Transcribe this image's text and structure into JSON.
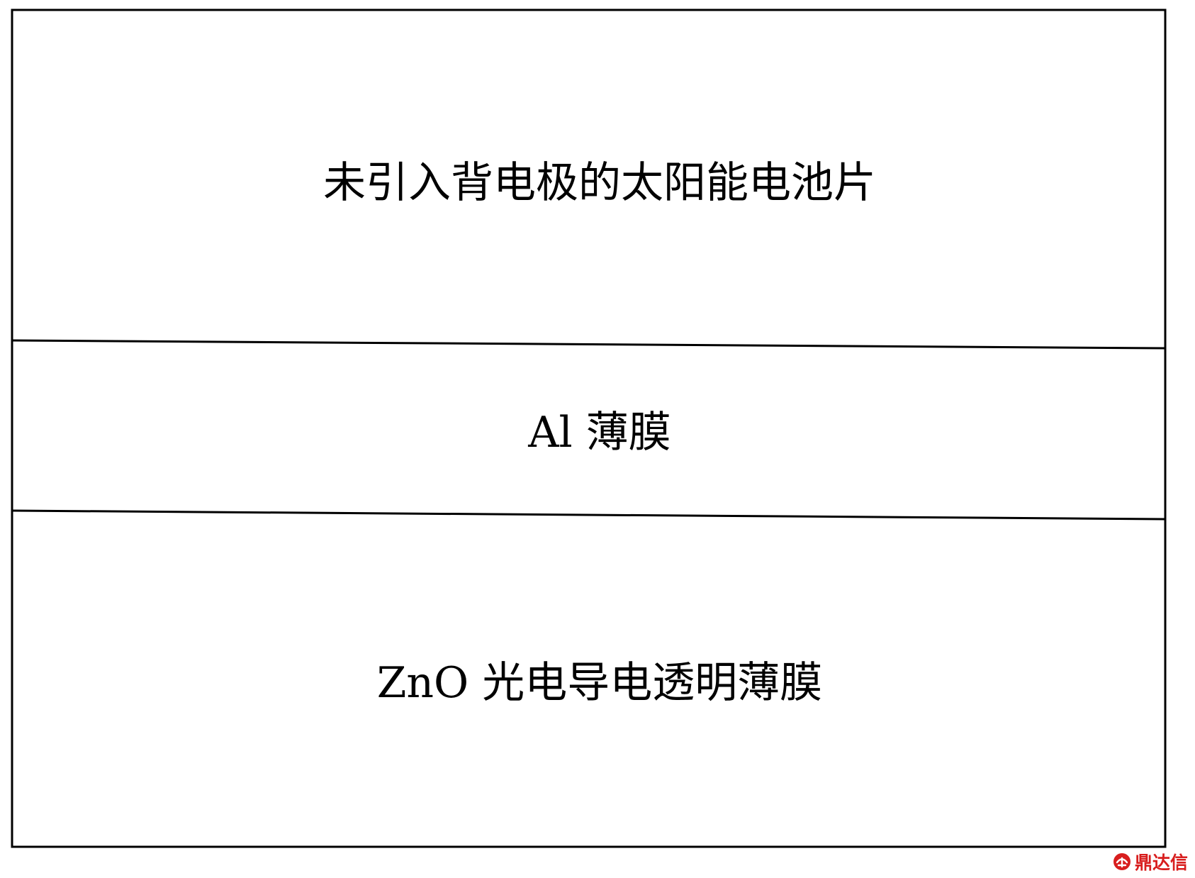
{
  "diagram": {
    "layers": [
      {
        "label": "未引入背电极的太阳能电池片"
      },
      {
        "label": "Al 薄膜"
      },
      {
        "label": "ZnO 光电导电透明薄膜"
      }
    ]
  },
  "watermark": {
    "text": "鼎达信"
  },
  "colors": {
    "stroke": "#000000",
    "watermark": "#d81e1e"
  }
}
